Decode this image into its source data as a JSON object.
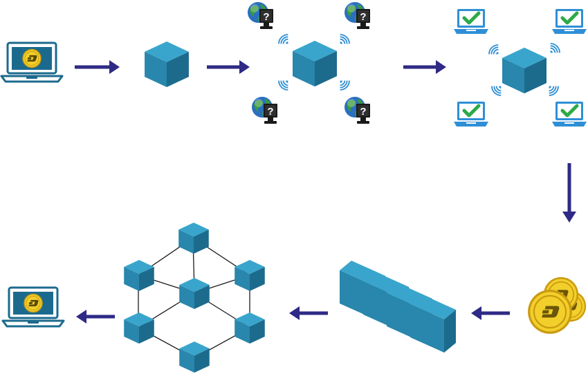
{
  "diagram": {
    "steps": [
      {
        "id": "sender-laptop",
        "icon": "dash-laptop-icon"
      },
      {
        "id": "transaction-block",
        "icon": "cube-icon"
      },
      {
        "id": "broadcast-to-network",
        "icon": "cube-with-unknown-nodes"
      },
      {
        "id": "network-verification",
        "icon": "cube-with-verified-laptops"
      },
      {
        "id": "dash-coins",
        "icon": "dash-coins-icon"
      },
      {
        "id": "chain-of-blocks",
        "icon": "block-chain-icon"
      },
      {
        "id": "distributed-network",
        "icon": "cube-network-icon"
      },
      {
        "id": "receiver-laptop",
        "icon": "dash-laptop-icon"
      }
    ],
    "flow_order": [
      "sender-laptop",
      "transaction-block",
      "broadcast-to-network",
      "network-verification",
      "dash-coins",
      "chain-of-blocks",
      "distributed-network",
      "receiver-laptop"
    ]
  },
  "colors": {
    "cube_top": "#3AA5CC",
    "cube_left": "#2986AC",
    "cube_right": "#1C6B8D",
    "arrow": "#2E2A85",
    "laptop_stroke": "#1B6A8E",
    "coin_gold": "#F2CF2A",
    "coin_dark": "#C99B12",
    "check_green": "#2DAA48",
    "laptop_blue": "#2E8FD6",
    "globe_green": "#3A9A3A",
    "globe_blue": "#2A6FC0"
  }
}
